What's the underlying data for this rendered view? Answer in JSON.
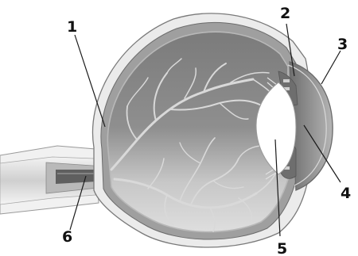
{
  "labels": [
    {
      "id": "1",
      "text": "1"
    },
    {
      "id": "2",
      "text": "2"
    },
    {
      "id": "3",
      "text": "3"
    },
    {
      "id": "4",
      "text": "4"
    },
    {
      "id": "5",
      "text": "5"
    },
    {
      "id": "6",
      "text": "6"
    }
  ],
  "colors": {
    "background": "#ffffff",
    "sclera": "#e4e4e4",
    "choroid": "#9e9e9e",
    "retina": "#c2c2c2",
    "vitreous_top": "#7f7f7f",
    "vitreous_bottom": "#d9d9d9",
    "vessels": "#d6d6d6",
    "iris": "#6e6e6e",
    "cornea": "#8c8c8c",
    "lens": "#ffffff",
    "optic_nerve": "#cfcfcf",
    "label_text": "#111111"
  }
}
